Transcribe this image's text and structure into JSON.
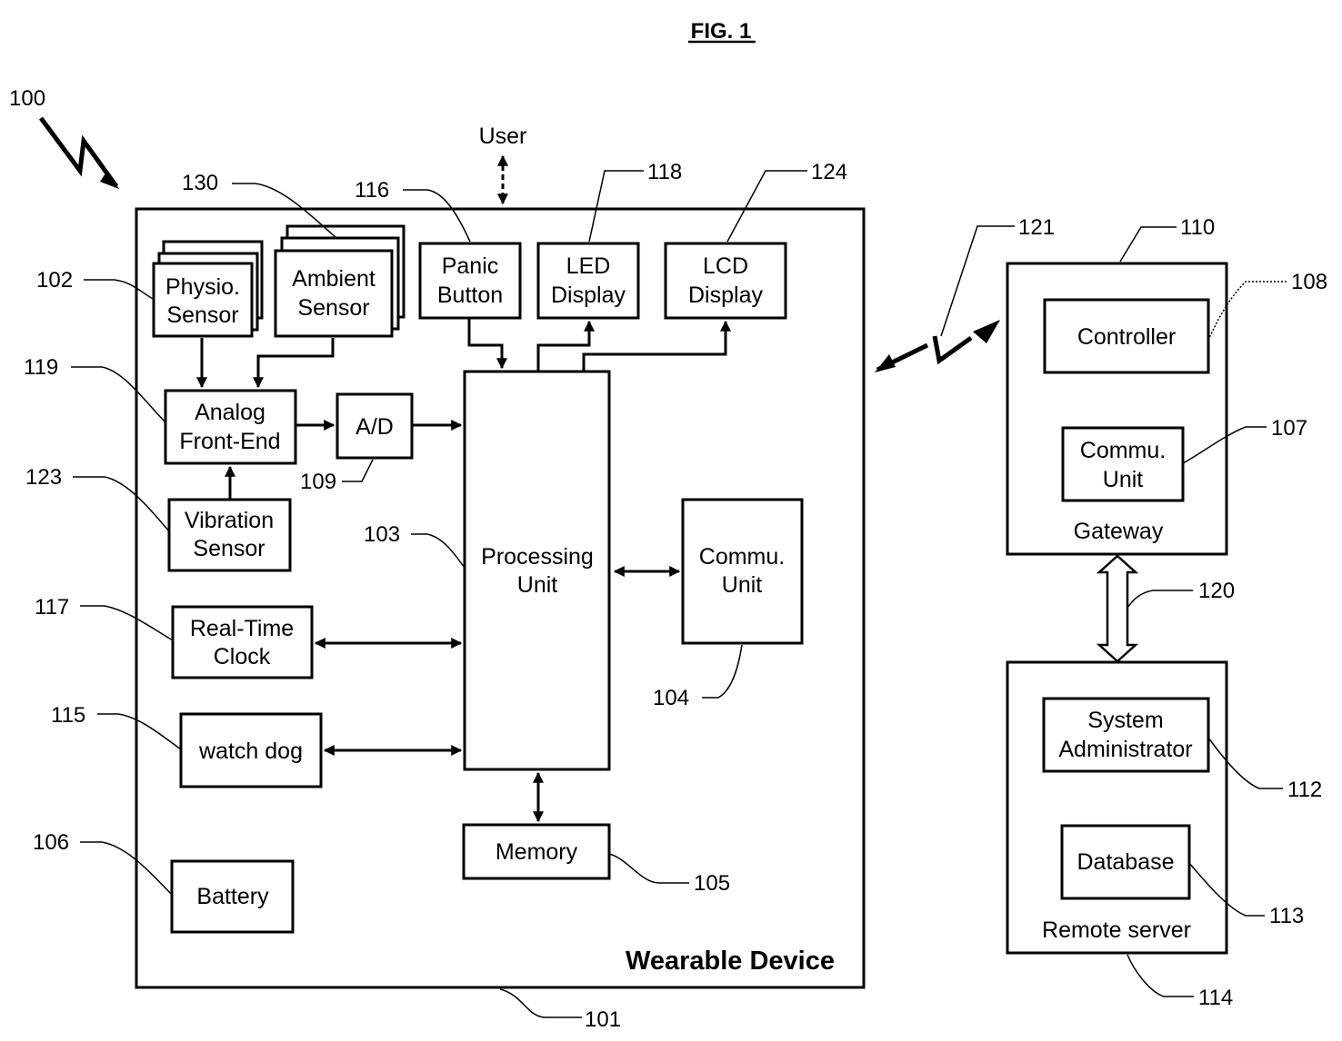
{
  "figure_title": "FIG. 1",
  "system_ref": "100",
  "wearable": {
    "title": "Wearable Device",
    "ref": "101",
    "user_label": "User",
    "physio_sensor": {
      "line1": "Physio.",
      "line2": "Sensor",
      "ref": "102"
    },
    "ambient_sensor": {
      "line1": "Ambient",
      "line2": "Sensor",
      "ref": "130"
    },
    "panic_button": {
      "line1": "Panic",
      "line2": "Button",
      "ref": "116"
    },
    "led_display": {
      "line1": "LED",
      "line2": "Display",
      "ref": "118"
    },
    "lcd_display": {
      "line1": "LCD",
      "line2": "Display",
      "ref": "124"
    },
    "analog_front_end": {
      "line1": "Analog",
      "line2": "Front-End",
      "ref": "119"
    },
    "ad_converter": {
      "label": "A/D",
      "ref": "109"
    },
    "vibration_sensor": {
      "line1": "Vibration",
      "line2": "Sensor",
      "ref": "123"
    },
    "processing_unit": {
      "line1": "Processing",
      "line2": "Unit",
      "ref": "103"
    },
    "commu_unit": {
      "line1": "Commu.",
      "line2": "Unit",
      "ref": "104"
    },
    "real_time_clock": {
      "line1": "Real-Time",
      "line2": "Clock",
      "ref": "117"
    },
    "watch_dog": {
      "label": "watch dog",
      "ref": "115"
    },
    "memory": {
      "label": "Memory",
      "ref": "105"
    },
    "battery": {
      "label": "Battery",
      "ref": "106"
    }
  },
  "wireless_link": {
    "ref": "121"
  },
  "gateway": {
    "title": "Gateway",
    "ref": "110",
    "controller": {
      "label": "Controller",
      "ref": "108"
    },
    "commu_unit": {
      "line1": "Commu.",
      "line2": "Unit",
      "ref": "107"
    }
  },
  "network_link": {
    "ref": "120"
  },
  "remote_server": {
    "title": "Remote server",
    "ref": "114",
    "system_admin": {
      "line1": "System",
      "line2": "Administrator",
      "ref": "112"
    },
    "database": {
      "label": "Database",
      "ref": "113"
    }
  }
}
